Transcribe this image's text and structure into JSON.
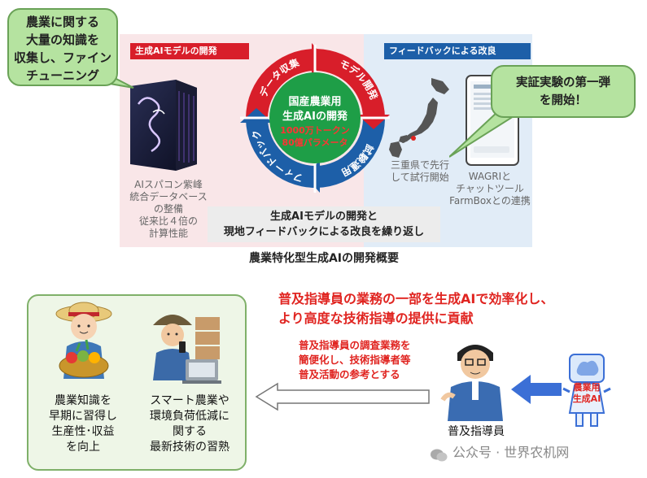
{
  "top": {
    "bubble_left": "農業に関する\n大量の知識を\n収集し、ファイン\nチューニング",
    "bubble_right": "実証実験の第一弾\nを開始！",
    "tag_left": "生成AIモデルの開発",
    "tag_right": "フィードバックによる改良",
    "cycle_center_title": "国産農業用\n生成AIの開発",
    "cycle_center_sub": "1000万トークン\n80億パラメータ",
    "cycle_segments": [
      "データ収集",
      "モデル開発",
      "試験運用",
      "フィードバック"
    ],
    "left_desc": "AIスパコン紫峰\n統合データベース\nの整備\n従来比４倍の\n計算性能",
    "mid_desc": "三重県で先行\nして試行開始",
    "right_desc": "WAGRIと\nチャットツール\nFarmBoxとの連携",
    "center_note": "生成AIモデルの開発と\n現地フィードバックによる改良を繰り返し",
    "caption": "農業特化型生成AIの開発概要"
  },
  "bottom": {
    "headline": "普及指導員の業務の一部を生成AIで効率化し、\nより高度な技術指導の提供に貢献",
    "subtext": "普及指導員の調査業務を\n簡便化し、技術指導者等\n普及活動の参考とする",
    "farmer_left_text": "農業知識を\n早期に習得し\n生産性･収益\nを向上",
    "farmer_right_text": "スマート農業や\n環境負荷低減に\n関する\n最新技術の習熟",
    "advisor_label": "普及指導員",
    "ai_badge": "農業用\n生成AI"
  },
  "watermark": "公众号 · 世界农机网",
  "colors": {
    "red": "#d81e2a",
    "blue": "#1d5fa8",
    "green_bubble": "#b5e3a0",
    "cycle_center": "#1e9e47",
    "arrow_blue": "#3b6fd6"
  }
}
